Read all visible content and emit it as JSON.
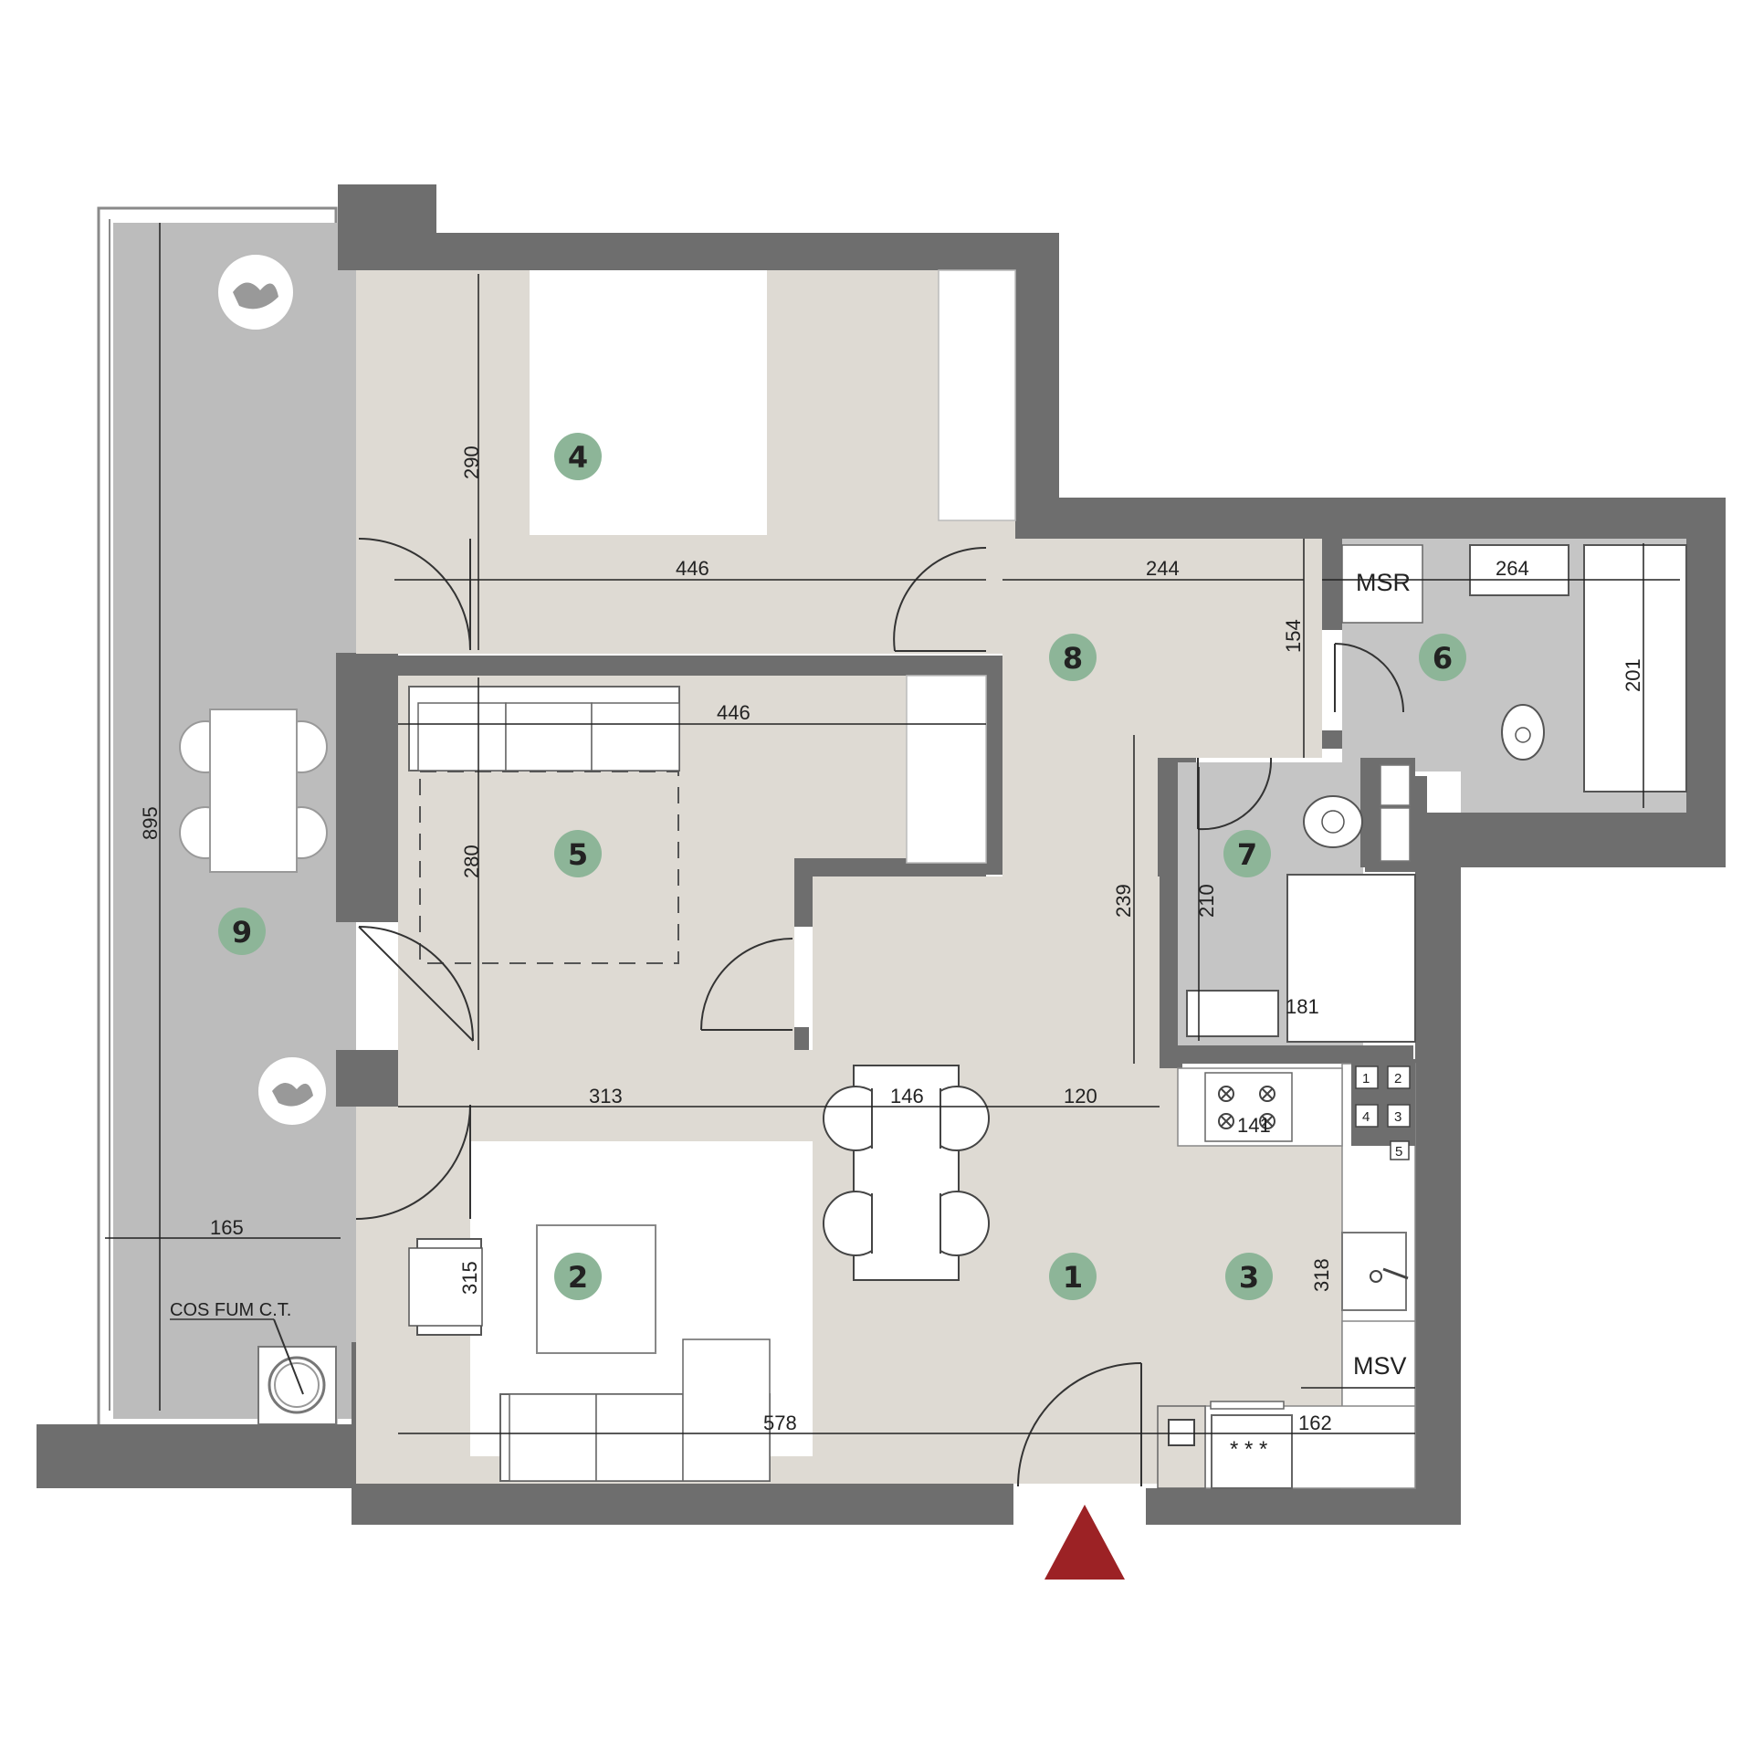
{
  "colors": {
    "wall": "#6e6e6e",
    "floor": "#dedad3",
    "wet_floor": "#c5c5c5",
    "balcony": "#bcbcbc",
    "badge": "#8db598",
    "entrance_arrow": "#9c2225"
  },
  "rooms": [
    {
      "id": "1",
      "label": "1"
    },
    {
      "id": "2",
      "label": "2"
    },
    {
      "id": "3",
      "label": "3"
    },
    {
      "id": "4",
      "label": "4"
    },
    {
      "id": "5",
      "label": "5"
    },
    {
      "id": "6",
      "label": "6"
    },
    {
      "id": "7",
      "label": "7"
    },
    {
      "id": "8",
      "label": "8"
    },
    {
      "id": "9",
      "label": "9"
    }
  ],
  "dimensions": {
    "bedroom1_width": "446",
    "bedroom1_depth": "290",
    "hall_width": "244",
    "hall_depth": "154",
    "bath_width": "264",
    "bath_depth": "201",
    "bedroom2_width": "446",
    "bedroom2_depth": "280",
    "corridor_length": "239",
    "wc_depth": "210",
    "wc_width": "181",
    "living_width_left": "313",
    "dining_width": "146",
    "living_width_right": "120",
    "kitchen_counter": "141",
    "living_total_width": "578",
    "kitchen_width": "162",
    "living_depth": "315",
    "kitchen_depth": "318",
    "balcony_length": "895",
    "balcony_width": "165"
  },
  "labels": {
    "msr": "MSR",
    "msv": "MSV",
    "chimney": "COS FUM C.T."
  },
  "hob_burners": [
    "1",
    "2",
    "3",
    "4",
    "5"
  ]
}
